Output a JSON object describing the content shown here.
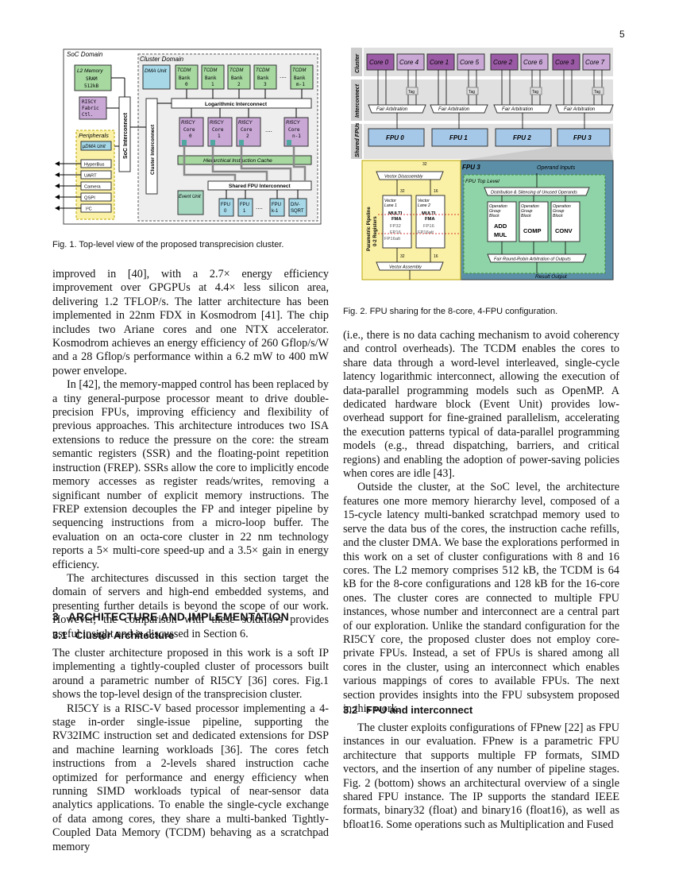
{
  "page_number": "5",
  "fig1": {
    "caption": "Fig. 1. Top-level view of the proposed transprecision cluster.",
    "soc_domain": "SoC Domain",
    "cluster_domain": "Cluster Domain",
    "l2_title": "L2 Memory",
    "l2_sub1": "SRAM",
    "l2_sub2": "512kB",
    "ri5cy_fabric": [
      "RI5CY",
      "Fabric",
      "Ctl."
    ],
    "soc_interconnect": "SoC Interconnect",
    "peripherals": "Peripherals",
    "periph_items": [
      "μDMA Unit",
      "HyperBus",
      "UART",
      "Camera",
      "QSPI",
      "I²C"
    ],
    "dma_unit": "DMA Unit",
    "tcdm": [
      {
        "t": "TCDM",
        "b": "Bank",
        "n": "0"
      },
      {
        "t": "TCDM",
        "b": "Bank",
        "n": "1"
      },
      {
        "t": "TCDM",
        "b": "Bank",
        "n": "2"
      },
      {
        "t": "TCDM",
        "b": "Bank",
        "n": "3"
      },
      {
        "t": "TCDM",
        "b": "Bank",
        "n": "m-1"
      }
    ],
    "log_interconnect": "Logarithmic Interconnect",
    "cluster_interconnect": "Cluster Interconnect",
    "cores": [
      {
        "t": "RI5CY",
        "c": "Core",
        "n": "0"
      },
      {
        "t": "RI5CY",
        "c": "Core",
        "n": "1"
      },
      {
        "t": "RI5CY",
        "c": "Core",
        "n": "2"
      },
      {
        "t": "RI5CY",
        "c": "Core",
        "n": "n-1"
      }
    ],
    "icache": "Hierarchical Instruction Cache",
    "shared_fpu_interconnect": "Shared FPU Interconnect",
    "event_unit": "Event Unit",
    "fpus": [
      {
        "a": "FPU",
        "b": "0"
      },
      {
        "a": "FPU",
        "b": "1"
      },
      {
        "a": "FPU",
        "b": "k-1"
      },
      {
        "a": "DIV-",
        "b": "SQRT"
      }
    ],
    "dots": "...."
  },
  "fig2": {
    "caption": "Fig. 2. FPU sharing for the 8-core, 4-FPU configuration.",
    "label_cluster": "Cluster",
    "label_interconnect": "Interconnect",
    "label_shared_fpus": "Shared FPUs",
    "cores": [
      "Core 0",
      "Core 4",
      "Core 1",
      "Core 5",
      "Core 2",
      "Core 6",
      "Core 3",
      "Core 7"
    ],
    "tag": "Tag",
    "fair_arbitration": "Fair Arbitration",
    "fpus": [
      "FPU 0",
      "FPU 1",
      "FPU 2",
      "FPU 3"
    ],
    "fpu3": "FPU 3",
    "operand_inputs": "Operand Inputs",
    "fpu_top_level": "FPU Top Level",
    "vector_disassembly": "Vector Disassembly",
    "vector_assembly": "Vector Assembly",
    "lane1": [
      "Vector",
      "Lane 1"
    ],
    "lane2": [
      "Vector",
      "Lane 2"
    ],
    "lane_ops1": [
      "MULTI",
      "FMA",
      "FP32",
      "FP16",
      "FP16alt"
    ],
    "lane_ops2": [
      "MULTI",
      "FMA",
      "FP16",
      "FP16alt"
    ],
    "pipeline_label": "Parametric Pipeline",
    "pipeline_label2": "0-2 Registers",
    "dist_silence": "Distribution & Silencing of Unused Operands",
    "op_groups": [
      {
        "l1": "Operation",
        "l2": "Group",
        "l3": "Block",
        "op1": "ADD",
        "op2": "MUL"
      },
      {
        "l1": "Operation",
        "l2": "Group",
        "l3": "Block",
        "op1": "COMP",
        "op2": ""
      },
      {
        "l1": "Operation",
        "l2": "Group",
        "l3": "Block",
        "op1": "CONV",
        "op2": ""
      }
    ],
    "fair_rr": "Fair Round-Robin Arbitration of Outputs",
    "result_output": "Result Output",
    "w32": "32",
    "w16": "16"
  },
  "left_col": {
    "p1": "improved in [40], with a 2.7× energy efficiency improvement over GPGPUs at 4.4× less silicon area, delivering 1.2 TFLOP/s. The latter architecture has been implemented in 22nm FDX in Kosmodrom [41]. The chip includes two Ariane cores and one NTX accelerator. Kosmodrom achieves an energy efficiency of 260 Gflop/s/W and a 28 Gflop/s performance within a 6.2 mW to 400 mW power envelope.",
    "p2": "In [42], the memory-mapped control has been replaced by a tiny general-purpose processor meant to drive double-precision FPUs, improving efficiency and flexibility of previous approaches. This architecture introduces two ISA extensions to reduce the pressure on the core: the stream semantic registers (SSR) and the floating-point repetition instruction (FREP). SSRs allow the core to implicitly encode memory accesses as register reads/writes, removing a significant number of explicit memory instructions. The FREP extension decouples the FP and integer pipeline by sequencing instructions from a micro-loop buffer. The evaluation on an octa-core cluster in 22 nm technology reports a 5× multi-core speed-up and a 3.5× gain in energy efficiency.",
    "p3": "The architectures discussed in this section target the domain of servers and high-end embedded systems, and presenting further details is beyond the scope of our work. However, the comparison with these solutions provides useful insight and is discussed in Section 6.",
    "sec3": "3   ARCHITECTURE AND IMPLEMENTATION",
    "sub31": "3.1   Cluster Architecture",
    "p4": "The cluster architecture proposed in this work is a soft IP implementing a tightly-coupled cluster of processors built around a parametric number of RI5CY [36] cores. Fig.1 shows the top-level design of the transprecision cluster.",
    "p5": "RI5CY is a RISC-V based processor implementing a 4-stage in-order single-issue pipeline, supporting the RV32IMC instruction set and dedicated extensions for DSP and machine learning workloads [36]. The cores fetch instructions from a 2-levels shared instruction cache optimized for performance and energy efficiency when running SIMD workloads typical of near-sensor data analytics applications. To enable the single-cycle exchange of data among cores, they share a multi-banked Tightly-Coupled Data Memory (TCDM) behaving as a scratchpad memory"
  },
  "right_col": {
    "p1": "(i.e., there is no data caching mechanism to avoid coherency and control overheads). The TCDM enables the cores to share data through a word-level interleaved, single-cycle latency logarithmic interconnect, allowing the execution of data-parallel programming models such as OpenMP. A dedicated hardware block (Event Unit) provides low-overhead support for fine-grained parallelism, accelerating the execution patterns typical of data-parallel programming models (e.g., thread dispatching, barriers, and critical regions) and enabling the adoption of power-saving policies when cores are idle [43].",
    "p2": "Outside the cluster, at the SoC level, the architecture features one more memory hierarchy level, composed of a 15-cycle latency multi-banked scratchpad memory used to serve the data bus of the cores, the instruction cache refills, and the cluster DMA. We base the explorations performed in this work on a set of cluster configurations with 8 and 16 cores. The L2 memory comprises 512 kB, the TCDM is 64 kB for the 8-core configurations and 128 kB for the 16-core ones. The cluster cores are connected to multiple FPU instances, whose number and interconnect are a central part of our exploration. Unlike the standard configuration for the RI5CY core, the proposed cluster does not employ core-private FPUs. Instead, a set of FPUs is shared among all cores in the cluster, using an interconnect which enables various mappings of cores to available FPUs. The next section provides insights into the FPU subsystem proposed in this work.",
    "sub32": "3.2   FPU and interconnect",
    "p3": "The cluster exploits configurations of FPnew [22] as FPU instances in our evaluation. FPnew is a parametric FPU architecture that supports multiple FP formats, SIMD vectors, and the insertion of any number of pipeline stages. Fig. 2 (bottom) shows an architectural overview of a single shared FPU instance. The IP supports the standard IEEE formats, binary32 (float) and binary16 (float16), as well as bfloat16. Some operations such as Multiplication and Fused"
  }
}
